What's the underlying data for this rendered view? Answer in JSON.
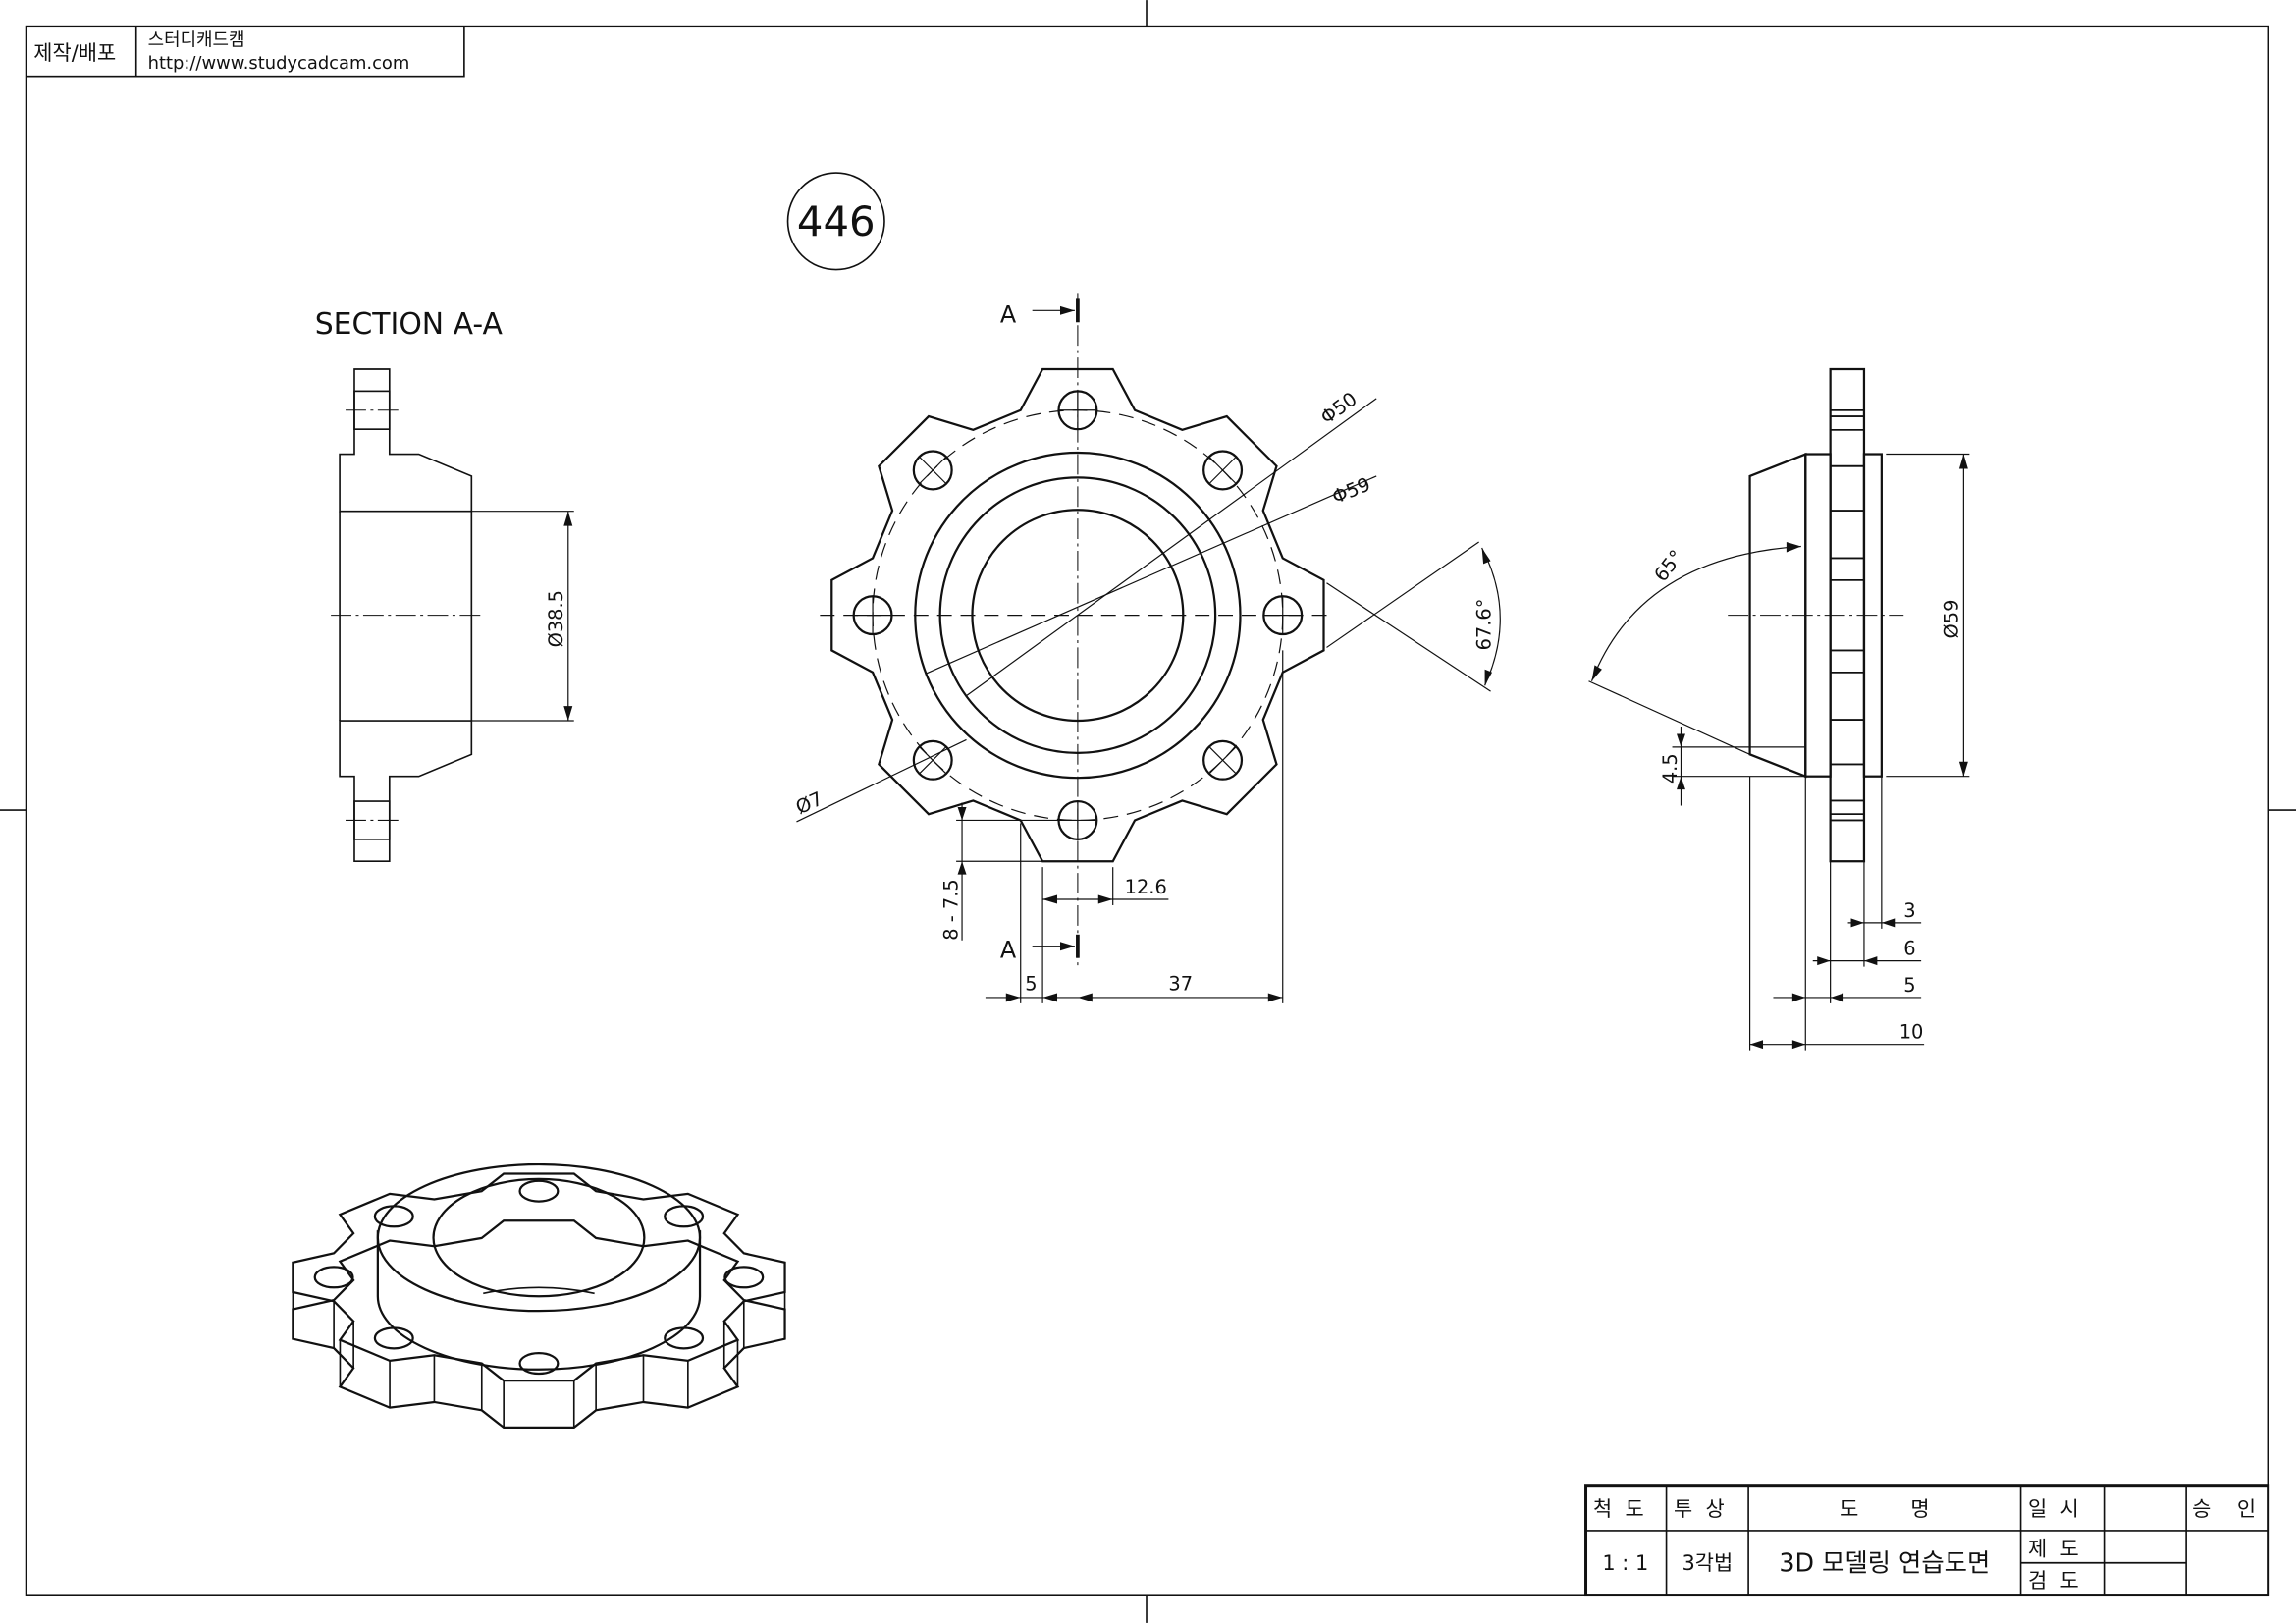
{
  "header": {
    "label": "제작/배포",
    "company": "스터디캐드캠",
    "url": "http://www.studycadcam.com"
  },
  "drawing": {
    "number": "446",
    "section_title": "SECTION A-A",
    "section_mark": "A",
    "dims": {
      "d50": "Φ50",
      "d59": "Φ59",
      "angle1": "67.6°",
      "d7": "Ø7",
      "holes": "8 - 7.5",
      "w12": "12.6",
      "five": "5",
      "r37": "37",
      "bore": "Ø38.5",
      "angle2": "65°",
      "chamfer": "4.5",
      "side_d59": "Ø59",
      "t3": "3",
      "t6": "6",
      "t5": "5",
      "t10": "10"
    }
  },
  "title_block": {
    "scale_h": "척  도",
    "proj_h": "투  상",
    "name_h": "도        명",
    "date_h": "일  시",
    "approve_h": "승    인",
    "scale": "1 : 1",
    "proj": "3각법",
    "name": "3D 모델링 연습도면",
    "drawn": "제  도",
    "checked": "검  도"
  }
}
